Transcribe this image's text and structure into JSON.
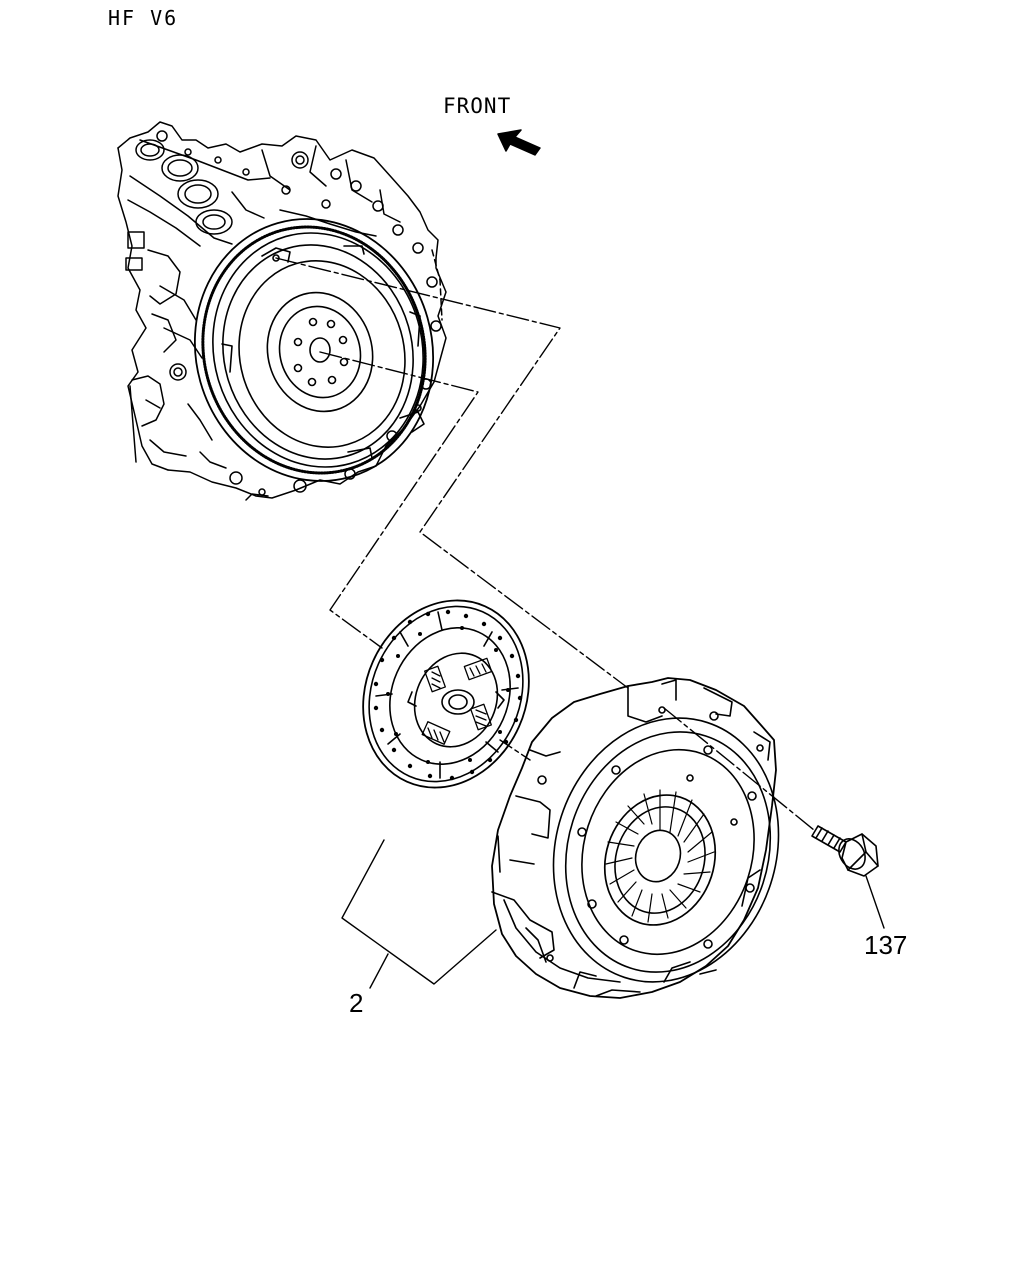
{
  "header": {
    "model_code": "HF V6"
  },
  "orientation": {
    "front_label": "FRONT",
    "arrow_icon": "arrow-up-left-icon"
  },
  "callouts": {
    "clutch_set": "2",
    "bolt": "137"
  },
  "colors": {
    "line": "#000000",
    "background": "#ffffff"
  }
}
